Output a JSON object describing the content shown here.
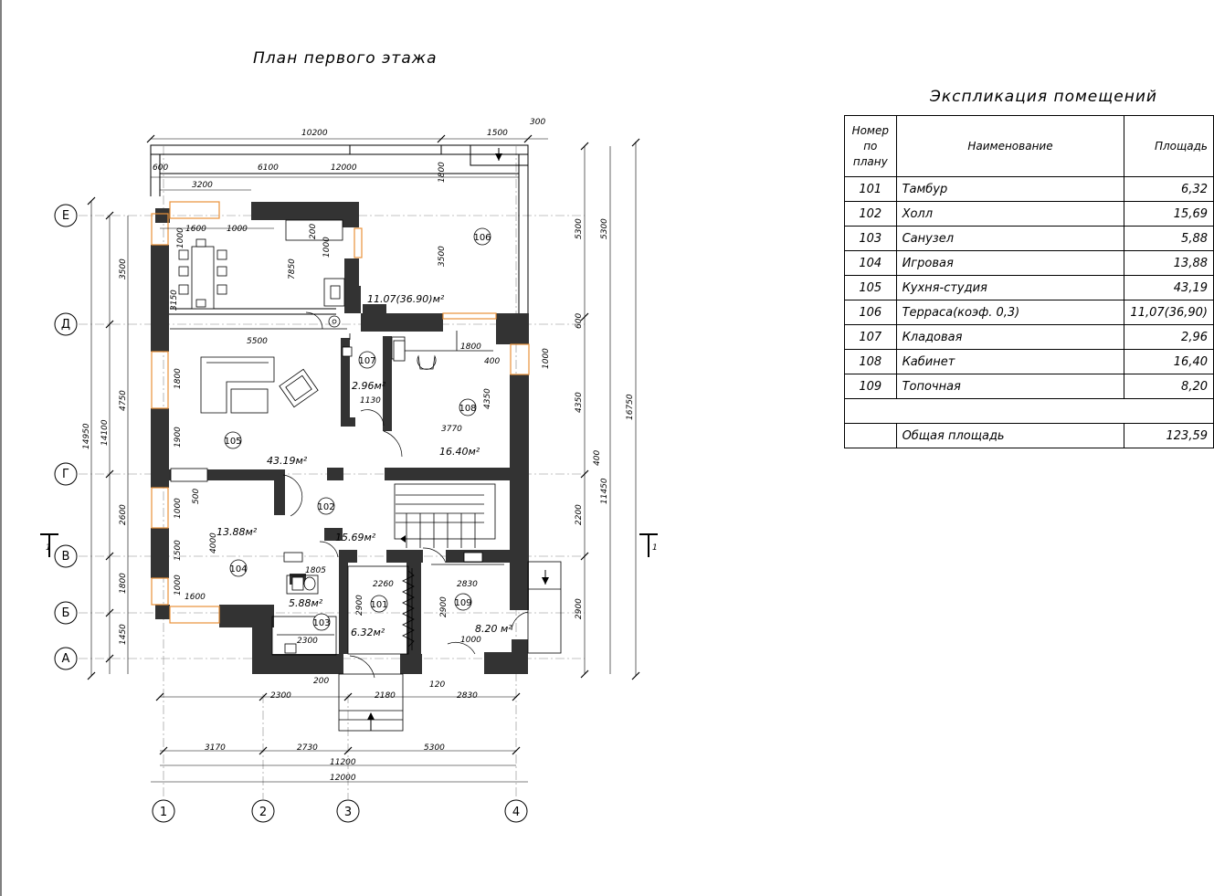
{
  "plan": {
    "title": "План первого этажа",
    "axes_letters": [
      "Е",
      "Д",
      "Г",
      "В",
      "Б",
      "А"
    ],
    "axes_numbers": [
      "1",
      "2",
      "3",
      "4"
    ],
    "section_mark": "1",
    "rooms": [
      {
        "num": "101",
        "area": "6.32м²"
      },
      {
        "num": "102",
        "area": "15.69м²"
      },
      {
        "num": "103",
        "area": "5.88м²"
      },
      {
        "num": "104",
        "area": "13.88м²"
      },
      {
        "num": "105",
        "area": "43.19м²"
      },
      {
        "num": "106",
        "area": "11.07(36.90)м²"
      },
      {
        "num": "107",
        "area": "2.96м²"
      },
      {
        "num": "108",
        "area": "16.40м²"
      },
      {
        "num": "109",
        "area": "8.20 м²"
      }
    ],
    "dims_top": [
      "10200",
      "1500",
      "300",
      "600",
      "6100",
      "12000",
      "3200",
      "1600",
      "1000"
    ],
    "dims_bottom": [
      "200",
      "2300",
      "2180",
      "120",
      "2830",
      "3170",
      "2730",
      "5300",
      "11200",
      "12000"
    ],
    "dims_left": [
      "3500",
      "4750",
      "2600",
      "1800",
      "1450",
      "14950",
      "14100",
      "1000",
      "1500",
      "1000",
      "1800",
      "1900",
      "3150"
    ],
    "dims_right": [
      "5300",
      "5300",
      "600",
      "4350",
      "400",
      "2200",
      "2900",
      "11450",
      "16750",
      "1000"
    ],
    "dims_inner": [
      "7850",
      "3500",
      "1800",
      "200",
      "1000",
      "5500",
      "1130",
      "1800",
      "400",
      "4350",
      "3770",
      "500",
      "1000",
      "4000",
      "1600",
      "1805",
      "2260",
      "2900",
      "2900",
      "2830",
      "1000",
      "2300"
    ]
  },
  "explication": {
    "title": "Экспликация помещений",
    "headers": {
      "num": "Номер по плану",
      "name": "Наименование",
      "area": "Площадь"
    },
    "rows": [
      {
        "num": "101",
        "name": "Тамбур",
        "area": "6,32"
      },
      {
        "num": "102",
        "name": "Холл",
        "area": "15,69"
      },
      {
        "num": "103",
        "name": "Санузел",
        "area": "5,88"
      },
      {
        "num": "104",
        "name": "Игровая",
        "area": "13,88"
      },
      {
        "num": "105",
        "name": "Кухня-студия",
        "area": "43,19"
      },
      {
        "num": "106",
        "name": "Терраса(коэф. 0,3)",
        "area": "11,07(36,90)"
      },
      {
        "num": "107",
        "name": "Кладовая",
        "area": "2,96"
      },
      {
        "num": "108",
        "name": "Кабинет",
        "area": "16,40"
      },
      {
        "num": "109",
        "name": "Топочная",
        "area": "8,20"
      }
    ],
    "total_label": "Общая площадь",
    "total_value": "123,59"
  },
  "colors": {
    "wall": "#333333",
    "window": "#e8913a",
    "line": "#000000"
  }
}
